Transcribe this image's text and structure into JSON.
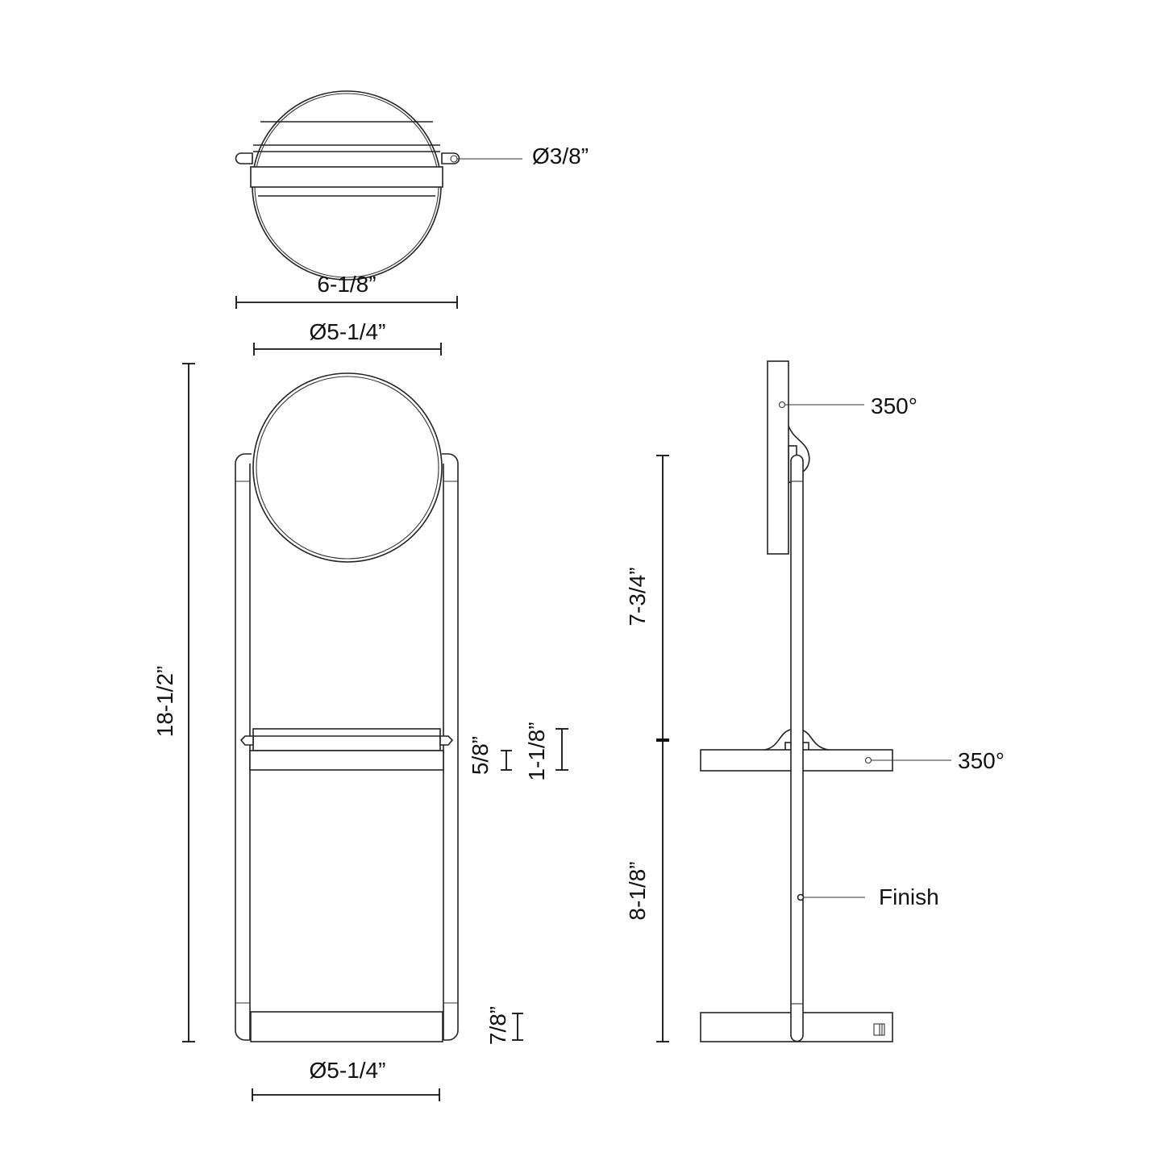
{
  "top_view": {
    "knob_diameter_label": "Ø3/8”",
    "overall_width_label": "6-1/8”",
    "mirror_diameter_label": "Ø5-1/4”"
  },
  "front_view": {
    "overall_height_label": "18-1/2”",
    "tray_depth_label": "5/8”",
    "tray_height_label": "1-1/8”",
    "base_height_label": "7/8”",
    "base_diameter_label": "Ø5-1/4”"
  },
  "side_view": {
    "mirror_rotation_label": "350°",
    "tray_rotation_label": "350°",
    "finish_label": "Finish",
    "upper_height_label": "7-3/4”",
    "lower_height_label": "8-1/8”"
  },
  "colors": {
    "line": "#222222",
    "background": "#ffffff"
  }
}
